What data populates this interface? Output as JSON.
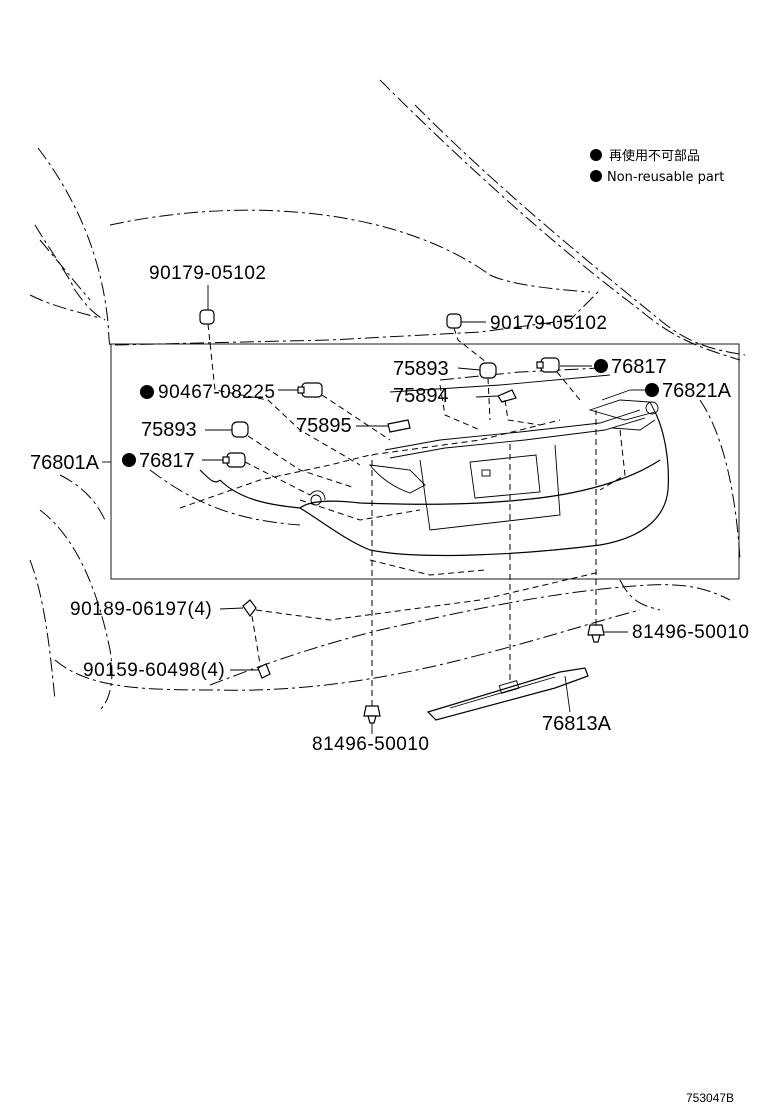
{
  "legend": {
    "line1": "再使用不可部品",
    "line2": "Non-reusable part"
  },
  "parts": {
    "p90179_left": "90179-05102",
    "p90179_right": "90179-05102",
    "p75893_top": "75893",
    "p76817_top": "76817",
    "p90467": "90467-08225",
    "p75894": "75894",
    "p76821A": "76821A",
    "p75893_mid": "75893",
    "p75895": "75895",
    "p76801A": "76801A",
    "p76817_mid": "76817",
    "p90189": "90189-06197(4)",
    "p81496_right": "81496-50010",
    "p90159": "90159-60498(4)",
    "p76813A": "76813A",
    "p81496_bottom": "81496-50010"
  },
  "diagram_id": "753047B"
}
